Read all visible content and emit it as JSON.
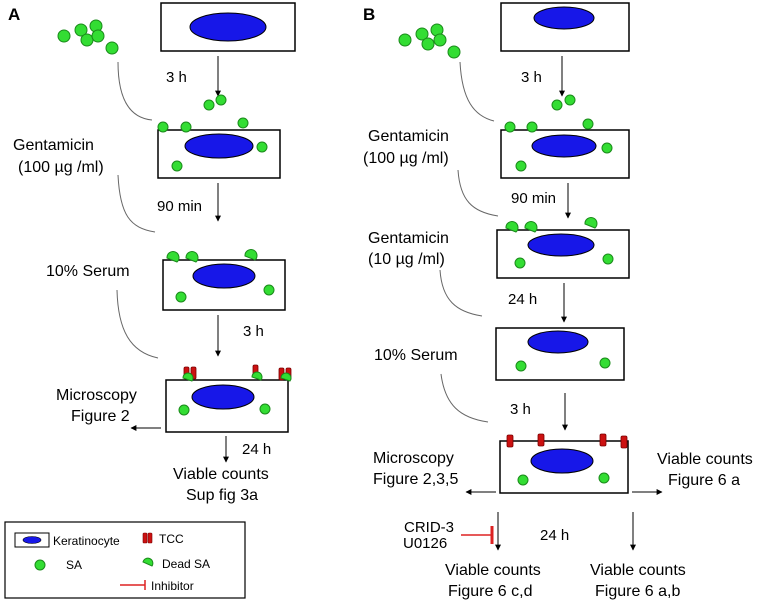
{
  "panels": {
    "a": "A",
    "b": "B"
  },
  "colors": {
    "nucleus": "#1717e8",
    "bacteria": "#33dd33",
    "tcc": "#cc1111",
    "inhibitor": "#dd2222"
  },
  "panel_a": {
    "step1_time": "3 h",
    "gentamicin_label": "Gentamicin",
    "gentamicin_conc": "(100 µg /ml)",
    "step2_time": "90 min",
    "serum_label": "10% Serum",
    "step3_time": "3 h",
    "microscopy_label": "Microscopy",
    "microscopy_figure": "Figure 2",
    "step4_time": "24 h",
    "viable_label": "Viable counts",
    "viable_figure": "Sup fig 3a"
  },
  "panel_b": {
    "step1_time": "3 h",
    "gentamicin1_label": "Gentamicin",
    "gentamicin1_conc": "(100 µg /ml)",
    "step2_time": "90 min",
    "gentamicin2_label": "Gentamicin",
    "gentamicin2_conc": "(10 µg /ml)",
    "step3_time": "24 h",
    "serum_label": "10% Serum",
    "step4_time": "3 h",
    "microscopy_label": "Microscopy",
    "microscopy_figure": "Figure 2,3,5",
    "viable_right_label": "Viable counts",
    "viable_right_figure": "Figure 6 a",
    "inhibitor1": "CRID-3",
    "inhibitor2": "U0126",
    "step5_time": "24 h",
    "viable_left_label": "Viable counts",
    "viable_left_figure": "Figure 6 c,d",
    "viable_far_label": "Viable counts",
    "viable_far_figure": "Figure 6 a,b"
  },
  "legend": {
    "keratinocyte": "Keratinocyte",
    "tcc": "TCC",
    "sa": "SA",
    "dead_sa": "Dead SA",
    "inhibitor": "Inhibitor"
  }
}
